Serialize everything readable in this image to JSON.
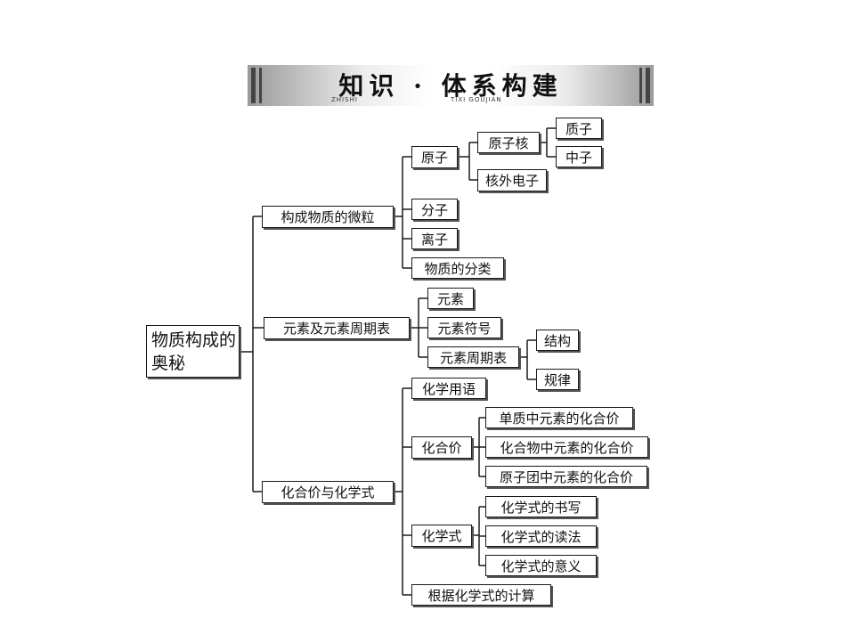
{
  "header": {
    "title": "知识 · 体系构建",
    "sub_left": "ZHISHI",
    "sub_right": "TIXI GOUJIAN"
  },
  "root": "物质构成的奥秘",
  "branches": {
    "particles": "构成物质的微粒",
    "atom": "原子",
    "nucleus": "原子核",
    "proton": "质子",
    "neutron": "中子",
    "electron": "核外电子",
    "molecule": "分子",
    "ion": "离子",
    "classification": "物质的分类",
    "elements": "元素及元素周期表",
    "element": "元素",
    "symbol": "元素符号",
    "periodic_table": "元素周期表",
    "structure": "结构",
    "law": "规律",
    "valence_formula": "化合价与化学式",
    "chem_terms": "化学用语",
    "valence": "化合价",
    "valence_elemental": "单质中元素的化合价",
    "valence_compound": "化合物中元素的化合价",
    "valence_group": "原子团中元素的化合价",
    "formula": "化学式",
    "formula_writing": "化学式的书写",
    "formula_reading": "化学式的读法",
    "formula_meaning": "化学式的意义",
    "formula_calc": "根据化学式的计算"
  }
}
